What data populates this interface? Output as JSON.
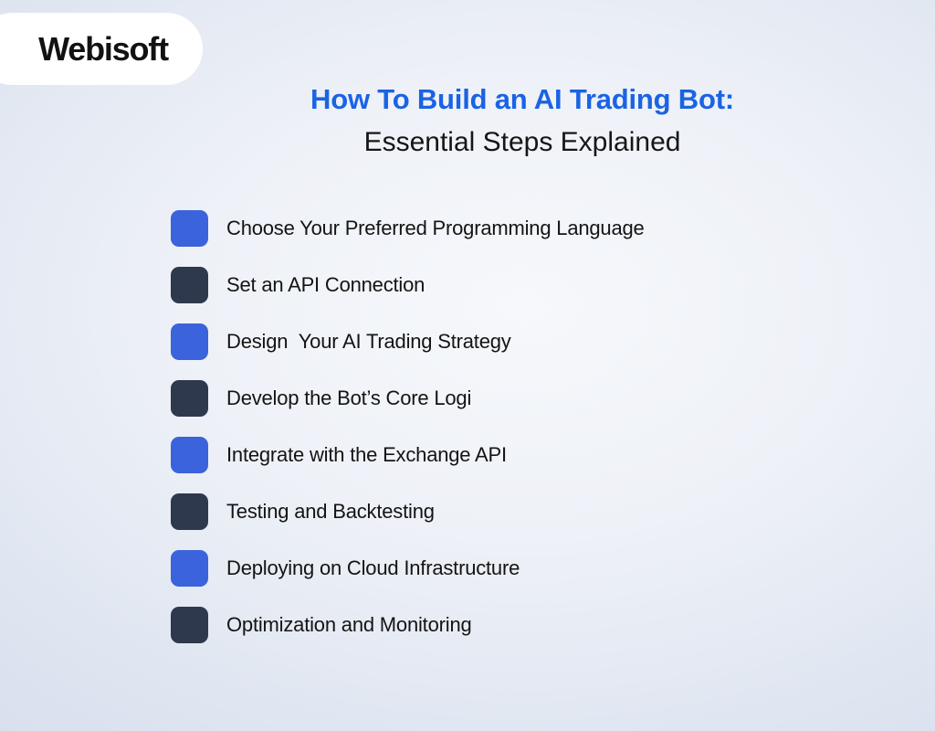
{
  "logo": {
    "text": "Webisoft"
  },
  "title": {
    "line1": "How To Build an AI Trading Bot:",
    "line2": "Essential Steps Explained"
  },
  "colors": {
    "title_blue": "#1a63e4",
    "square_blue": "#3b63db",
    "square_dark": "#2f394d",
    "text_dark": "#141414",
    "logo_bg": "#ffffff",
    "bg_center": "#f6f8fb",
    "bg_edge": "#ccd7e9"
  },
  "steps": [
    {
      "label": "Choose Your Preferred Programming Language",
      "marker": "blue"
    },
    {
      "label": "Set an API Connection",
      "marker": "dark"
    },
    {
      "label": "Design  Your AI Trading Strategy",
      "marker": "blue"
    },
    {
      "label": "Develop the Bot’s Core Logi",
      "marker": "dark"
    },
    {
      "label": "Integrate with the Exchange API",
      "marker": "blue"
    },
    {
      "label": "Testing and Backtesting",
      "marker": "dark"
    },
    {
      "label": "Deploying on Cloud Infrastructure",
      "marker": "blue"
    },
    {
      "label": "Optimization and Monitoring",
      "marker": "dark"
    }
  ]
}
